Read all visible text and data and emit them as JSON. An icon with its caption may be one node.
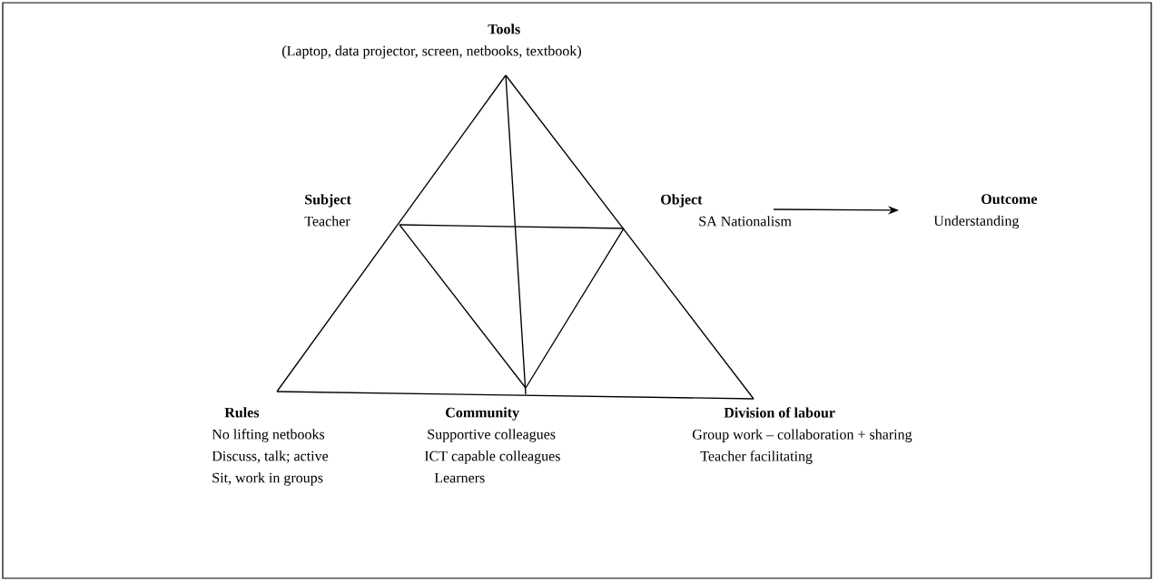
{
  "diagram": {
    "nodes": [
      {
        "text": [
          "Tools",
          "(Laptop, data projector, screen, netbooks, textbook)"
        ]
      },
      {
        "text": [
          "Subject",
          "Teacher"
        ]
      },
      {
        "text": [
          "Object",
          "SA Nationalism"
        ]
      },
      {
        "text": [
          "Outcome",
          "Understanding"
        ]
      },
      {
        "text": [
          "Rules",
          "No lifting netbooks",
          "Discuss, talk; active",
          "Sit, work in groups"
        ]
      },
      {
        "text": [
          "Community",
          "Supportive colleagues",
          "ICT capable colleagues",
          "Learners"
        ]
      },
      {
        "text": [
          "Division of labour",
          "Group work – collaboration + sharing",
          "Teacher facilitating"
        ]
      }
    ],
    "edges": [
      {
        "from": 2,
        "to": 3,
        "arrow": "to"
      }
    ]
  }
}
